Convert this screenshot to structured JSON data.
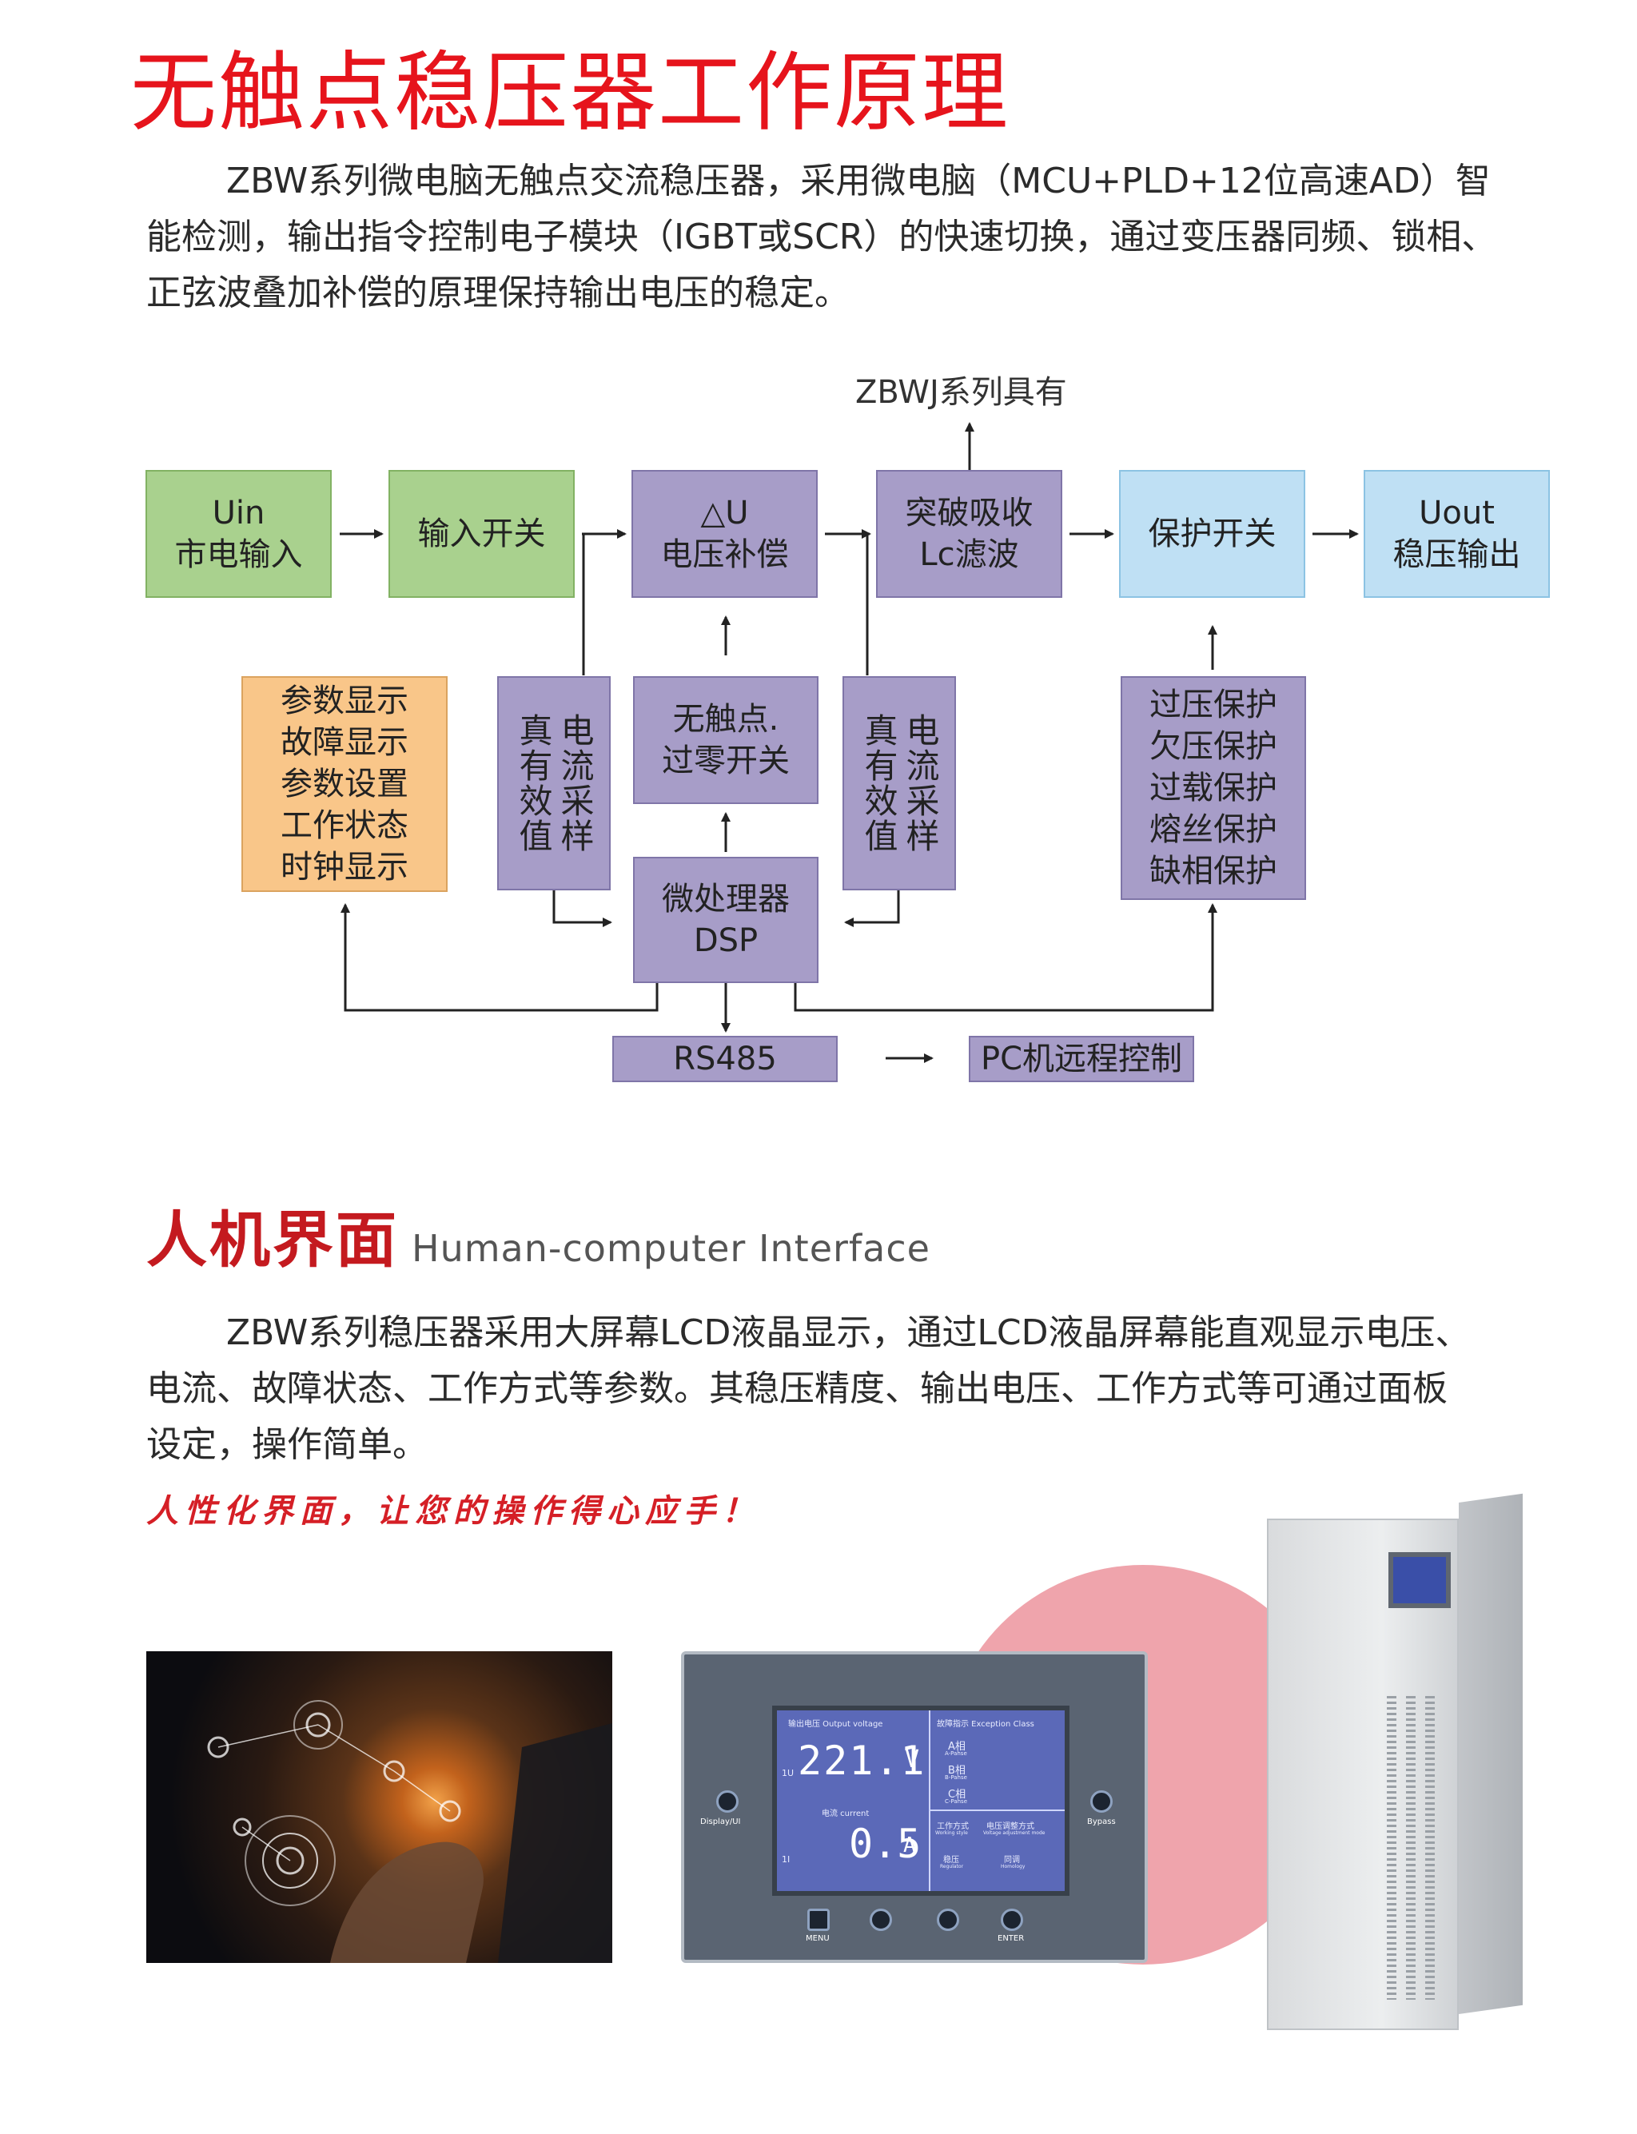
{
  "section1": {
    "title": "无触点稳压器工作原理",
    "paragraph_lines": [
      "ZBW系列微电脑无触点交流稳压器，采用微电脑（MCU+PLD+12位高速AD）智",
      "能检测，输出指令控制电子模块（IGBT或SCR）的快速切换，通过变压器同频、锁相、",
      "正弦波叠加补偿的原理保持输出电压的稳定。"
    ]
  },
  "diagram": {
    "top_note": "ZBWJ系列具有",
    "uin": [
      "Uin",
      "市电输入"
    ],
    "input_switch": "输入开关",
    "delta_u": [
      "△U",
      "电压补偿"
    ],
    "absorb": [
      "突破吸收",
      "Lc滤波"
    ],
    "protect_switch": "保护开关",
    "uout": [
      "Uout",
      "稳压输出"
    ],
    "display_list": [
      "参数显示",
      "故障显示",
      "参数设置",
      "工作状态",
      "时钟显示"
    ],
    "sample_left": [
      "真有效值",
      "电流采样"
    ],
    "zero_switch": [
      "无触点.",
      "过零开关"
    ],
    "sample_right": [
      "真有效值",
      "电流采样"
    ],
    "protection_list": [
      "过压保护",
      "欠压保护",
      "过载保护",
      "熔丝保护",
      "缺相保护"
    ],
    "dsp": [
      "微处理器",
      "DSP"
    ],
    "rs485": "RS485",
    "pc": "PC机远程控制"
  },
  "section2": {
    "title_cn": "人机界面",
    "title_en": "Human-computer Interface",
    "paragraph_lines": [
      "ZBW系列稳压器采用大屏幕LCD液晶显示，通过LCD液晶屏幕能直观显示电压、",
      "电流、故障状态、工作方式等参数。其稳压精度、输出电压、工作方式等可通过面板",
      "设定，操作简单。"
    ],
    "slogan": "人性化界面，让您的操作得心应手！"
  },
  "panel": {
    "output_voltage_label": "输出电压 Output voltage",
    "exception_label": "故障指示 Exception Class",
    "voltage_value": "221.1",
    "voltage_unit": "V",
    "u_marker": "1U",
    "current_label": "电流 current",
    "current_value": "0.5",
    "current_unit": "A",
    "i_marker": "1I",
    "phase_a": "A相",
    "phase_a_en": "A-Pahse",
    "phase_b": "B相",
    "phase_b_en": "B-Pahse",
    "phase_c": "C相",
    "phase_c_en": "C-Pahse",
    "work_mode": "工作方式",
    "work_mode_en": "Working style",
    "adjust_mode": "电压调整方式",
    "adjust_mode_en": "Voltage adjustment mode",
    "stabilize": "稳压",
    "stabilize_en": "Regulator",
    "sync": "同调",
    "sync_en": "Homology",
    "display_ui": "Display/UI",
    "bypass": "Bypass",
    "menu": "MENU",
    "enter": "ENTER"
  },
  "colors": {
    "title_red": "#e6141c",
    "green_box": "#a9d18e",
    "purple_box": "#a79dc8",
    "blue_box": "#bfe0f4",
    "orange_box": "#f9c689",
    "lcd_blue": "#5b69b8",
    "pink_circle": "#efa4ac"
  }
}
